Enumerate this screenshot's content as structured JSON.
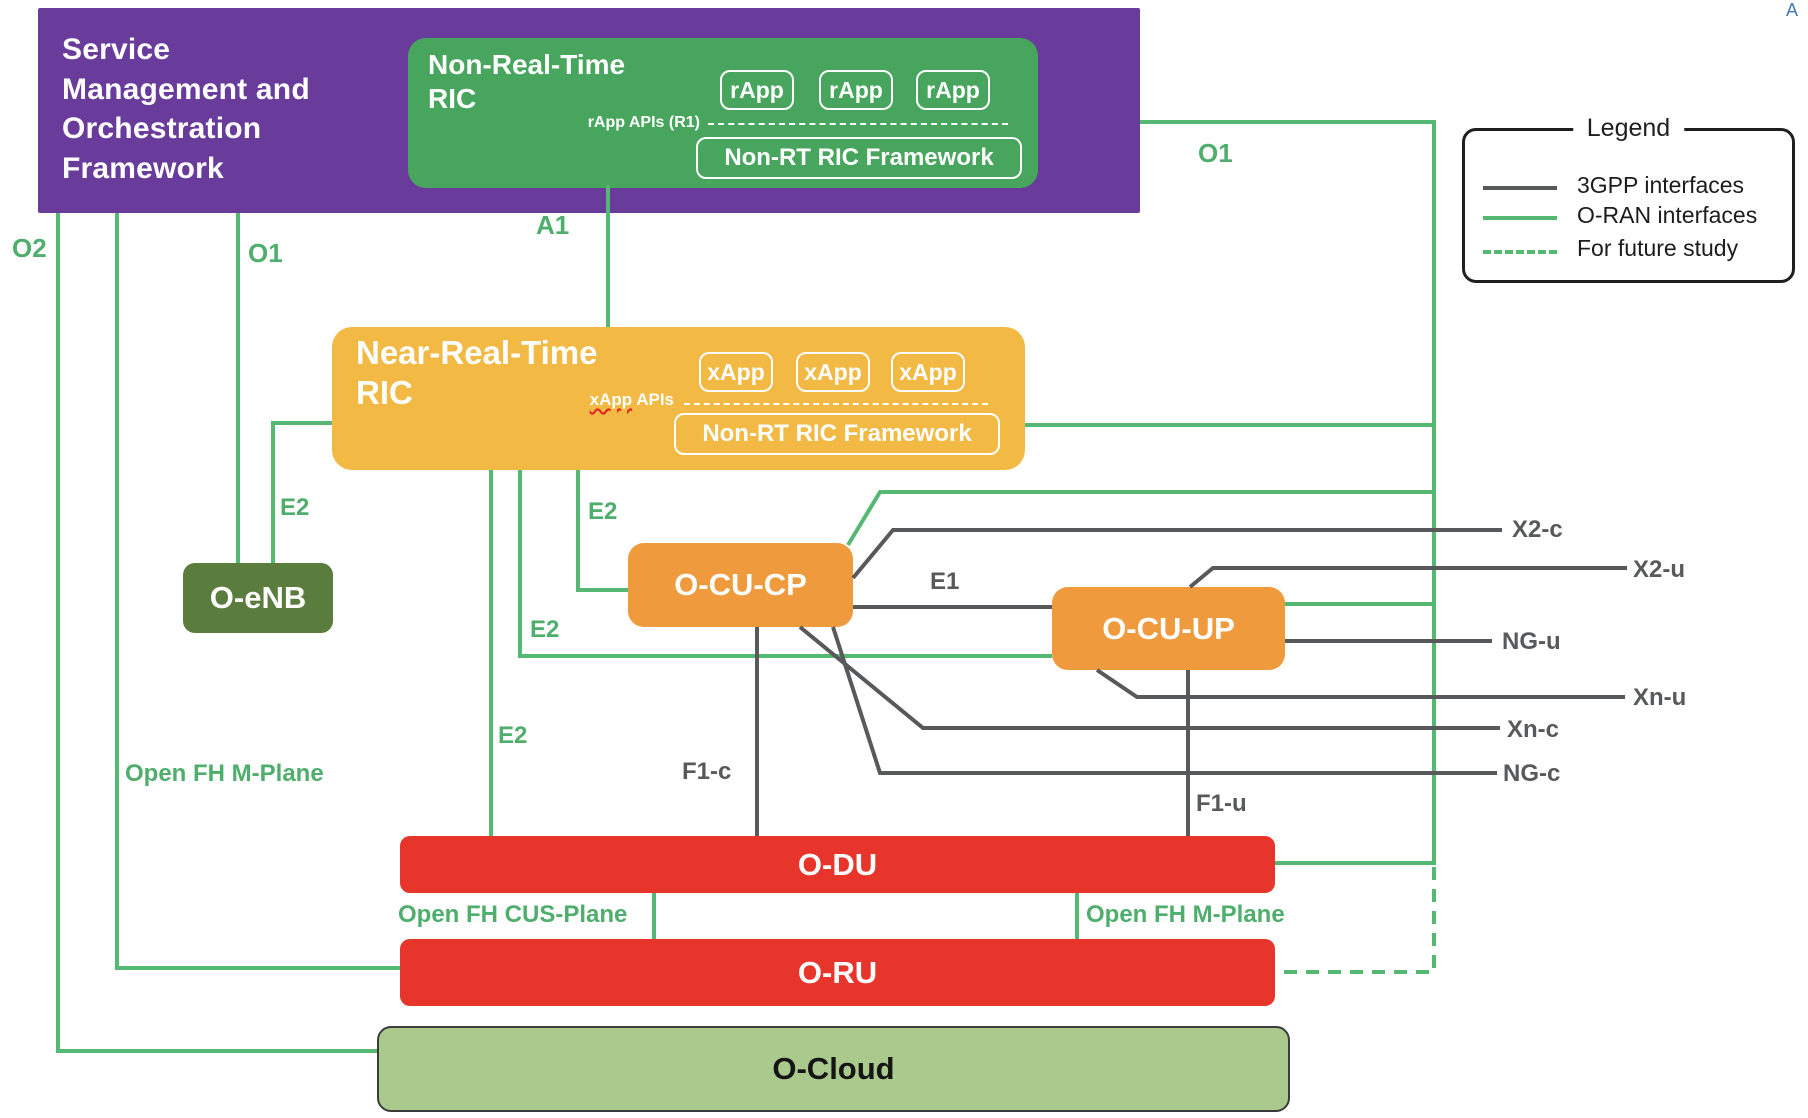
{
  "corner_mark": "A",
  "smo": {
    "title": "Service\nManagement and\nOrchestration\nFramework"
  },
  "non_rt_ric": {
    "title": "Non-Real-Time\nRIC",
    "rapps": [
      "rApp",
      "rApp",
      "rApp"
    ],
    "api_label": "rApp APIs (R1)",
    "framework_label": "Non-RT RIC Framework"
  },
  "near_rt_ric": {
    "title": "Near-Real-Time\nRIC",
    "xapps": [
      "xApp",
      "xApp",
      "xApp"
    ],
    "api_word": "xApp",
    "api_rest": " APIs",
    "framework_label": "Non-RT RIC Framework"
  },
  "nodes": {
    "o_enb": "O-eNB",
    "o_cu_cp": "O-CU-CP",
    "o_cu_up": "O-CU-UP",
    "o_du": "O-DU",
    "o_ru": "O-RU",
    "o_cloud": "O-Cloud"
  },
  "labels": {
    "o2": "O2",
    "o1_left": "O1",
    "o1_right": "O1",
    "a1": "A1",
    "e2_oenb": "E2",
    "e2_ocucp": "E2",
    "e2_ocuup": "E2",
    "e2_odu": "E2",
    "open_fh_m_left": "Open FH M-Plane",
    "open_fh_cus": "Open FH CUS-Plane",
    "open_fh_m_right": "Open FH M-Plane",
    "e1": "E1",
    "f1c": "F1-c",
    "f1u": "F1-u",
    "x2c": "X2-c",
    "x2u": "X2-u",
    "ngu": "NG-u",
    "xnu": "Xn-u",
    "xnc": "Xn-c",
    "ngc": "NG-c"
  },
  "legend": {
    "title": "Legend",
    "items": [
      {
        "label": "3GPP interfaces",
        "line": "gray-solid"
      },
      {
        "label": "O-RAN interfaces",
        "line": "green-solid"
      },
      {
        "label": "For future study",
        "line": "green-dashed"
      }
    ]
  },
  "colors": {
    "smo_purple": "#693c9c",
    "non_rt_green": "#47a55d",
    "near_rt_yellow": "#f2ba44",
    "cu_orange": "#ef9b3d",
    "du_ru_red": "#e8352c",
    "oenb_green": "#5a7c3c",
    "ocloud_green": "#aac98c",
    "oran_line_green": "#55b873",
    "gpp_line_gray": "#58595b"
  }
}
